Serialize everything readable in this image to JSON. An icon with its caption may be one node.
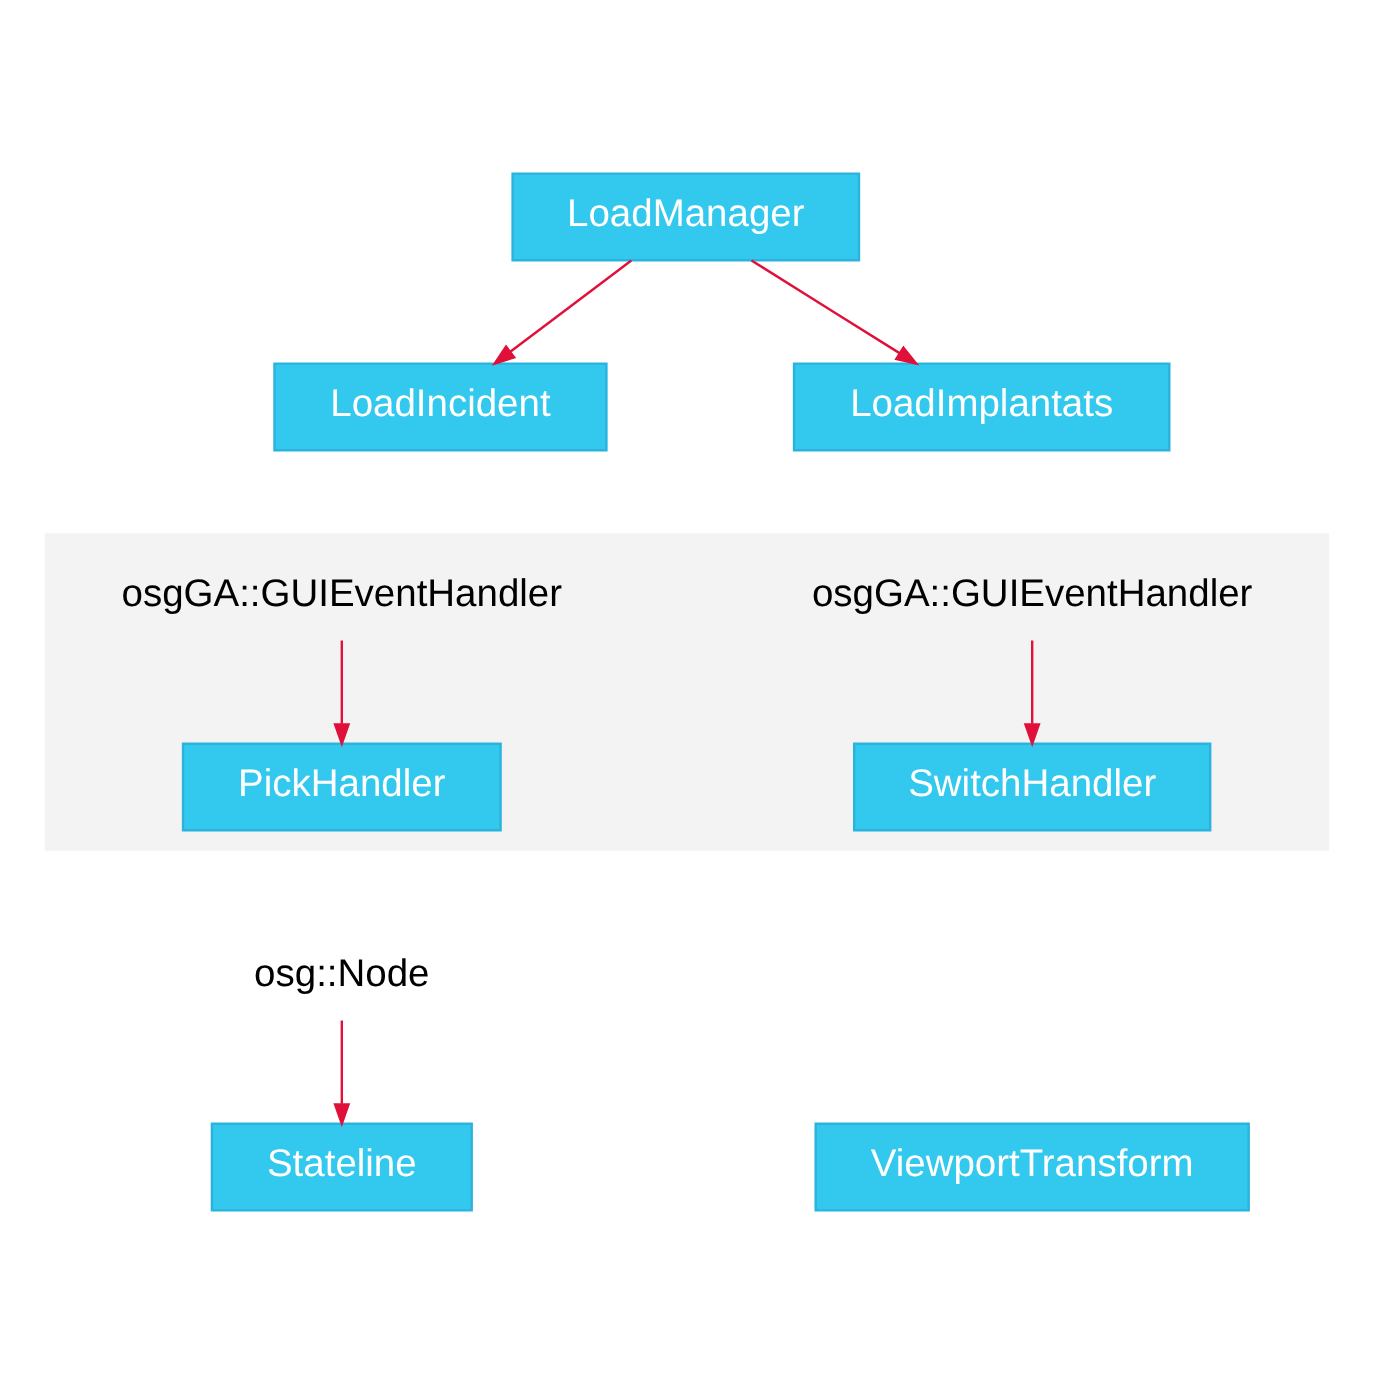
{
  "diagram": {
    "nodes": [
      {
        "text": [
          "LoadManager"
        ]
      },
      {
        "text": [
          "LoadIncident"
        ]
      },
      {
        "text": [
          "LoadImplantats"
        ]
      },
      {
        "text": [],
        "shape": "box"
      },
      {
        "text": [
          "osgGA::GUIEventHandler"
        ],
        "in": 3
      },
      {
        "text": [
          "PickHandler"
        ],
        "in": 3
      },
      {
        "text": [
          "osgGA::GUIEventHandler"
        ],
        "in": 3
      },
      {
        "text": [
          "SwitchHandler"
        ],
        "in": 3
      },
      {
        "text": [
          "osg::Node"
        ]
      },
      {
        "text": [
          "Stateline"
        ]
      },
      {
        "text": [
          "ViewportTransform"
        ]
      }
    ],
    "edges": [
      {
        "from": 0,
        "to": 1,
        "arrow": "to"
      },
      {
        "from": 0,
        "to": 2,
        "arrow": "to"
      },
      {
        "from": 4,
        "to": 5,
        "arrow": "to"
      },
      {
        "from": 6,
        "to": 7,
        "arrow": "to"
      },
      {
        "from": 8,
        "to": 9,
        "arrow": "to"
      }
    ]
  }
}
